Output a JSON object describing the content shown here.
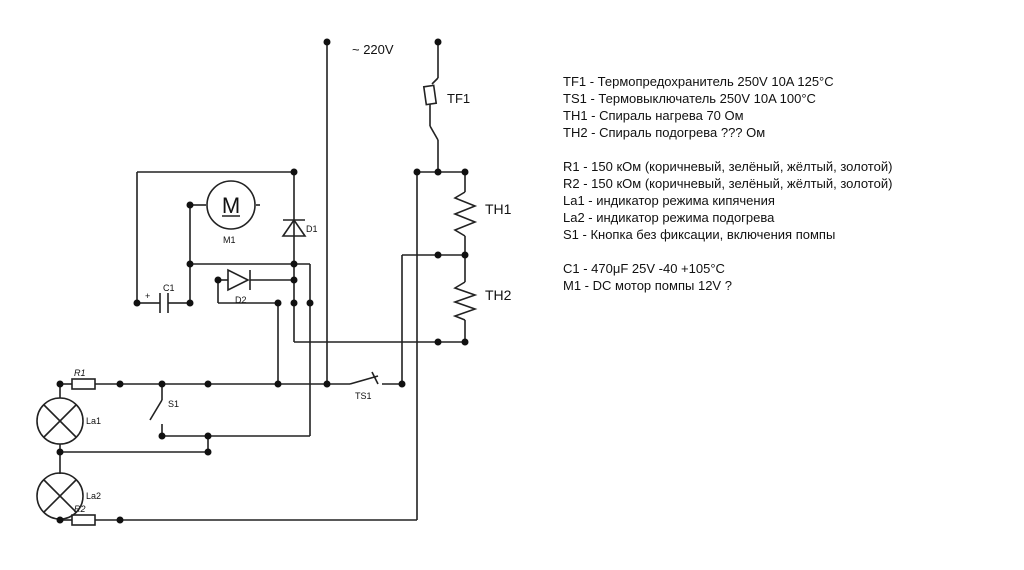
{
  "labels": {
    "supply": "~ 220V",
    "tf1": "TF1",
    "th1": "TH1",
    "th2": "TH2",
    "ts1": "TS1",
    "d1": "D1",
    "d2": "D2",
    "m1": "M1",
    "m_symbol": "M",
    "c1": "C1",
    "c1_plus": "+",
    "r1": "R1",
    "r2": "R2",
    "s1": "S1",
    "la1": "La1",
    "la2": "La2"
  },
  "legend": {
    "group1": [
      "TF1 - Термопредохранитель 250V 10A 125°C",
      "TS1 - Термовыключатель 250V 10A 100°C",
      "TH1 - Спираль нагрева 70 Ом",
      "TH2 - Спираль подогрева ??? Ом"
    ],
    "group2": [
      "R1 - 150 кОм (коричневый, зелёный, жёлтый, золотой)",
      "R2 - 150 кОм (коричневый, зелёный, жёлтый, золотой)",
      "La1 - индикатор режима кипячения",
      "La2 - индикатор режима подогрева",
      "S1 - Кнопка без фиксации, включения помпы"
    ],
    "group3": [
      "C1 - 470μF 25V -40 +105°C",
      "M1 - DC мотор помпы 12V ?"
    ]
  },
  "colors": {
    "wire": "#222222",
    "background": "#ffffff"
  }
}
